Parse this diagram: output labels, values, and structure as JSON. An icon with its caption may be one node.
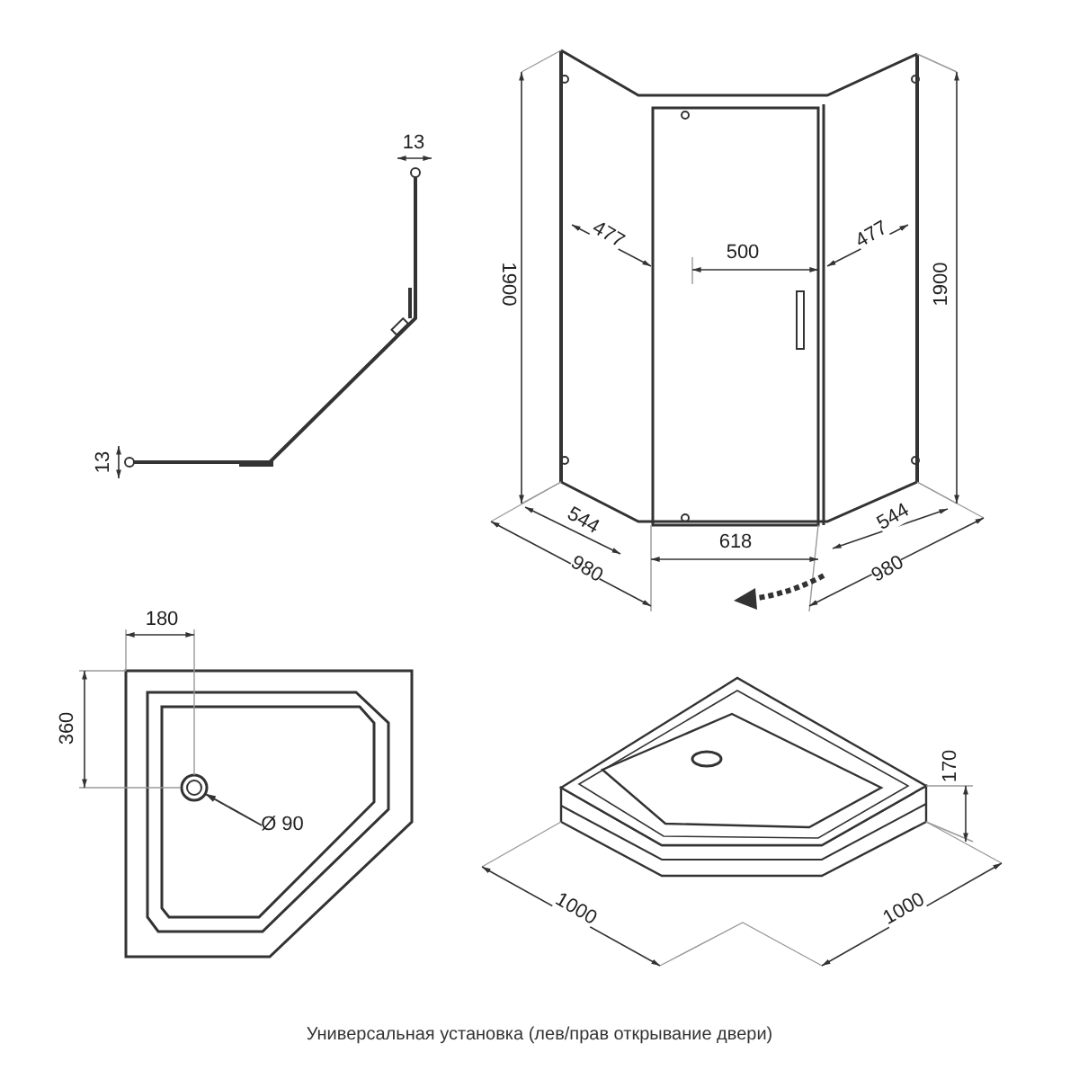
{
  "diagram": {
    "caption": "Универсальная установка (лев/прав открывание двери)",
    "nodes": [
      {
        "text": [
          "Ø 90"
        ]
      },
      {
        "text": [],
        "shape": "circle"
      }
    ],
    "edges": [
      {
        "from": 0,
        "to": 1,
        "arrow": "to"
      }
    ],
    "labels": [
      "13",
      "477",
      "500",
      "477",
      "1900",
      "1900",
      "13",
      "544",
      "618",
      "544",
      "980",
      "980",
      "180",
      "360",
      "170",
      "1000",
      "1000"
    ]
  }
}
